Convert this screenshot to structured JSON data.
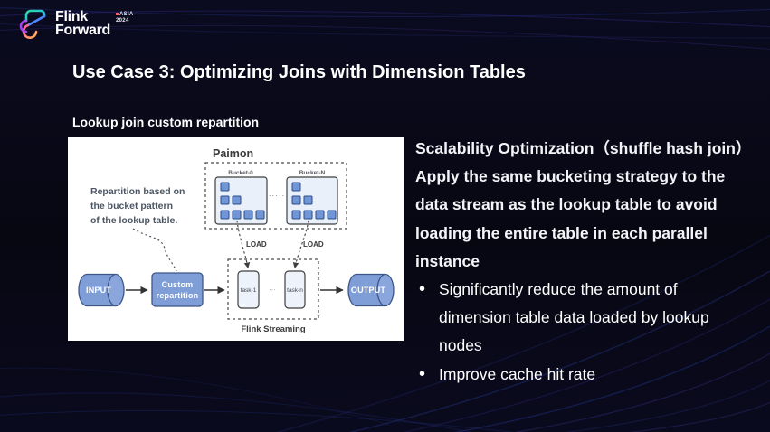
{
  "logo": {
    "brand_line1": "Flink",
    "brand_line2": "Forward",
    "badge_line1": "ASIA",
    "badge_line2": "2024"
  },
  "header": {
    "title": "Use Case 3: Optimizing Joins with Dimension Tables",
    "subtitle": "Lookup join custom repartition"
  },
  "diagram": {
    "paimon_label": "Paimon",
    "bucket_left": "Bucket-0",
    "bucket_right": "Bucket-N",
    "bucket_gap_dots": "·····",
    "load_left": "LOAD",
    "load_right": "LOAD",
    "annotation_line1": "Repartition based on",
    "annotation_line2": "the bucket pattern",
    "annotation_line3": "of the lookup table.",
    "input_label": "INPUT",
    "custom_line1": "Custom",
    "custom_line2": "repartition",
    "task_left": "task-1",
    "task_gap_dots": "···",
    "task_right": "task-n",
    "streaming_label": "Flink Streaming",
    "output_label": "OUTPUT"
  },
  "content": {
    "heading": "Scalability Optimization（shuffle hash join）",
    "paragraph_lines": [
      "Apply the same bucketing strategy to the",
      "data stream as the lookup table to avoid",
      "loading the entire table in each parallel",
      "instance"
    ],
    "bullets": [
      {
        "lines": [
          "Significantly reduce the amount of",
          "dimension table data loaded by lookup",
          "nodes"
        ]
      },
      {
        "lines": [
          "Improve cache hit rate"
        ]
      }
    ]
  },
  "colors": {
    "background": "#080816",
    "panel": "#ffffff",
    "node_blue": "#7f9ed7",
    "node_border": "#3e5687",
    "bucket_fill": "#eaf0fa",
    "square_fill": "#7096d8",
    "square_border": "#2c4d87",
    "wave_blue": "#2b3f9b",
    "wave_purple": "#4a3aa8"
  }
}
